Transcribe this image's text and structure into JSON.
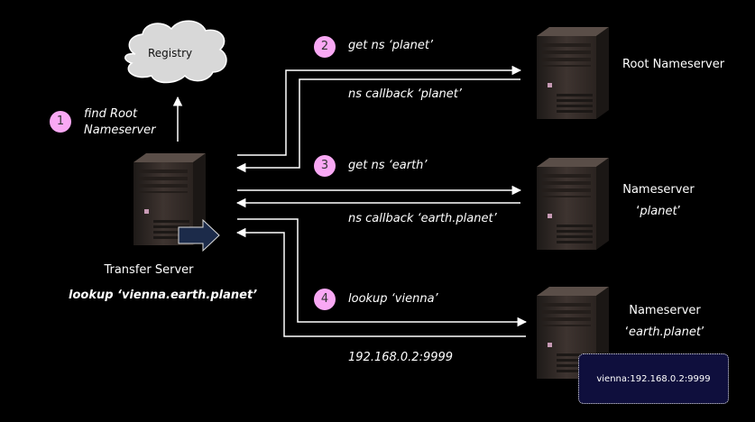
{
  "registry": {
    "label": "Registry"
  },
  "steps": [
    {
      "number": "1",
      "line1": "find Root",
      "line2": "Nameserver"
    },
    {
      "number": "2",
      "text": "get ns ‘planet’"
    },
    {
      "number": "3",
      "text": "get ns ‘earth’"
    },
    {
      "number": "4",
      "text": "lookup ‘vienna’"
    }
  ],
  "responses": {
    "planet": "ns callback ‘planet’",
    "earth": "ns callback ‘earth.planet’",
    "address": "192.168.0.2:9999"
  },
  "transfer_server": {
    "label": "Transfer Server",
    "query": "lookup ‘vienna.earth.planet’"
  },
  "root_ns": {
    "label": "Root Nameserver"
  },
  "ns_planet": {
    "line1": "Nameserver",
    "quote_open": "‘",
    "name": "planet",
    "quote_close": "’"
  },
  "ns_earth": {
    "line1": "Nameserver",
    "quote_open": "‘",
    "name": "earth.planet",
    "quote_close": "’"
  },
  "dns_record": {
    "text": "vienna:192.168.0.2:9999"
  },
  "colors": {
    "badge": "#f9a8f4",
    "server": "#3a302c",
    "record_bg": "#0f0f3d",
    "arrow_block": "#1c2b4a"
  }
}
